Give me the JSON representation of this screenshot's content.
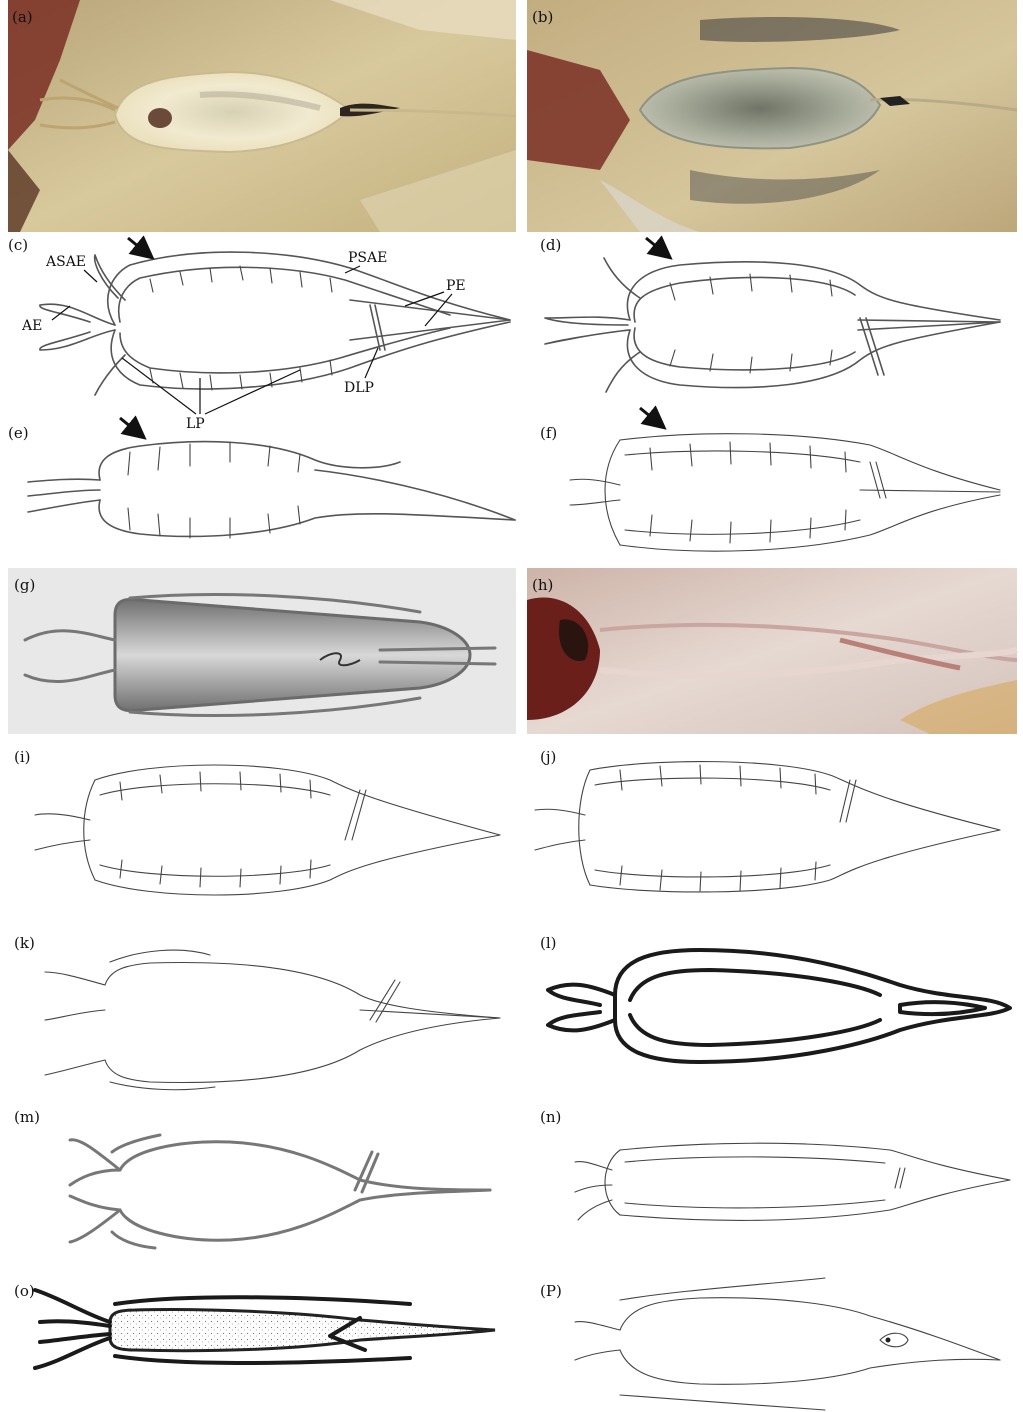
{
  "panels": {
    "a": "(a)",
    "b": "(b)",
    "c": "(c)",
    "d": "(d)",
    "e": "(e)",
    "f": "(f)",
    "g": "(g)",
    "h": "(h)",
    "i": "(i)",
    "j": "(j)",
    "k": "(k)",
    "l": "(l)",
    "m": "(m)",
    "n": "(n)",
    "o": "(o)",
    "p": "(P)"
  },
  "annotations": {
    "asae": "ASAE",
    "ae": "AE",
    "psae": "PSAE",
    "pe": "PE",
    "dlp": "DLP",
    "lp": "LP"
  },
  "colors": {
    "photo_a_bg": "#cdbb8e",
    "photo_a_body": "#efe6c4",
    "photo_b_bg": "#c9b98c",
    "photo_b_body": "#a9ad9c",
    "photo_g_bg": "#e6e6e6",
    "photo_g_body": "#8c8c8c",
    "photo_h_bg": "#d9c8c0",
    "tissue_red": "#7a2f25"
  }
}
